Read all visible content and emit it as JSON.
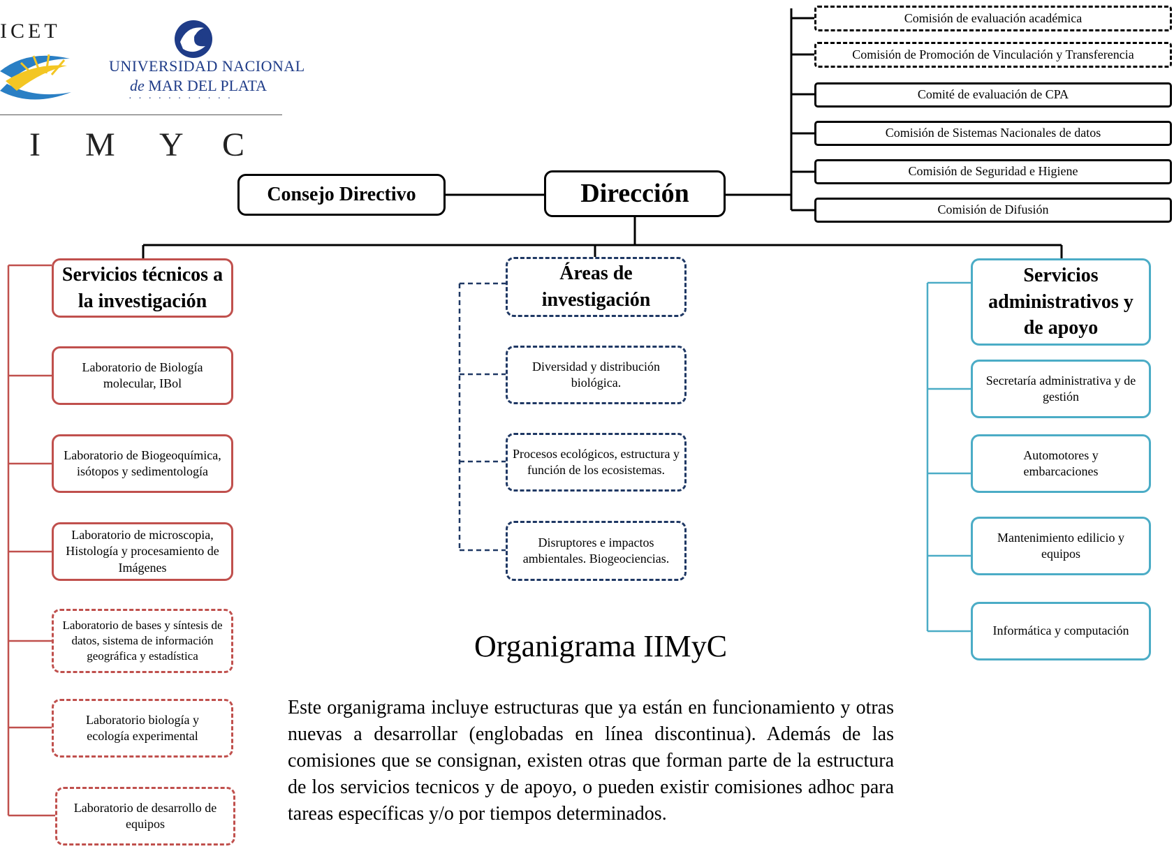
{
  "logos": {
    "conicet": "ICET",
    "unmdp_line1": "UNIVERSIDAD NACIONAL",
    "unmdp_line2_de": "de",
    "unmdp_line2": "MAR DEL PLATA",
    "dots": "· · · · · · · · · · ·",
    "acronym": [
      "I",
      "M",
      "Y",
      "C"
    ]
  },
  "top": {
    "consejo": "Consejo Directivo",
    "direccion": "Dirección"
  },
  "comisiones": [
    "Comisión de  evaluación académica",
    "Comisión de  Promoción de Vinculación y Transferencia",
    "Comité de evaluación de CPA",
    "Comisión de Sistemas Nacionales de datos",
    "Comisión de Seguridad e Higiene",
    "Comisión de Difusión"
  ],
  "servicios_tecnicos": {
    "title": "Servicios técnicos a la investigación",
    "items": [
      "Laboratorio de Biología molecular, IBol",
      "Laboratorio de Biogeoquímica, isótopos y sedimentología",
      "Laboratorio de microscopia, Histología y procesamiento de Imágenes",
      "Laboratorio de bases y síntesis de datos, sistema de información geográfica y estadística",
      "Laboratorio biología y ecología experimental",
      "Laboratorio de desarrollo de equipos"
    ]
  },
  "areas": {
    "title": "Áreas de investigación",
    "items": [
      "Diversidad y distribución biológica.",
      "Procesos ecológicos, estructura y función de los ecosistemas.",
      "Disruptores e impactos ambientales. Biogeociencias."
    ]
  },
  "servicios_admin": {
    "title": "Servicios administrativos y de apoyo",
    "items": [
      "Secretaría administrativa y de gestión",
      "Automotores y embarcaciones",
      "Mantenimiento edilicio y equipos",
      "Informática y computación"
    ]
  },
  "caption": "Organigrama  IIMyC",
  "note": "Este organigrama incluye estructuras que ya están en funcionamiento y otras nuevas a desarrollar (englobadas en línea discontinua). Además de las comisiones que se consignan, existen otras que forman parte de la estructura de los servicios tecnicos y de apoyo, o pueden existir comisiones adhoc para tareas específicas y/o por tiempos determinados.",
  "colors": {
    "red": "#c0504d",
    "navy": "#1f3864",
    "cyan": "#4bacc6",
    "black": "#000000",
    "logo_blue": "#1f3c88"
  }
}
